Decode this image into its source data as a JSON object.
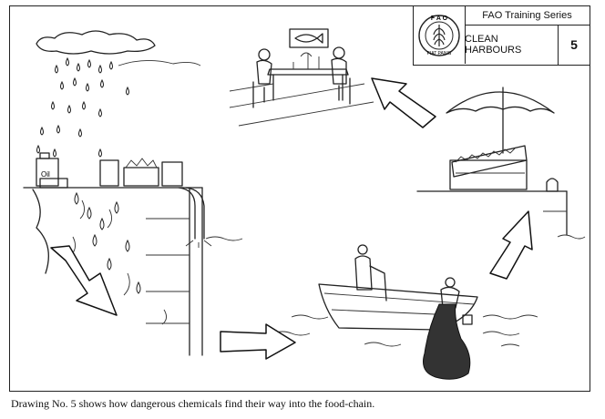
{
  "header": {
    "series": "FAO Training Series",
    "title": "CLEAN HARBOURS",
    "number": "5",
    "logo_text": "FAO FIAT PANIS"
  },
  "caption": "Drawing No. 5 shows how dangerous chemicals find their way into the food-chain.",
  "labels": {
    "oil_can": "Oil"
  },
  "icons": [
    "fao-logo-icon",
    "rain-cloud-icon",
    "fish-icon",
    "umbrella-icon"
  ]
}
